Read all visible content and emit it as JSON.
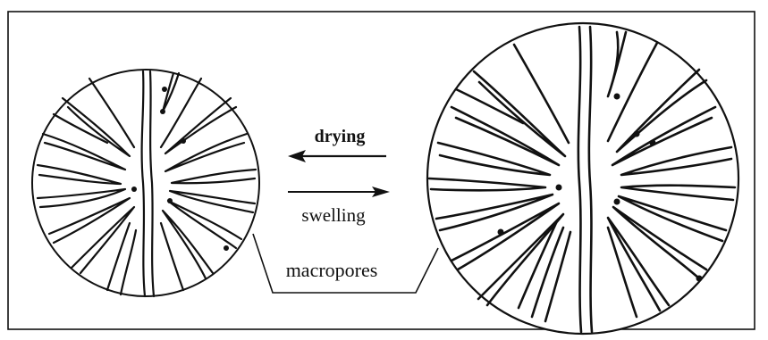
{
  "labels": {
    "drying": "drying",
    "swelling": "swelling",
    "macropores": "macropores"
  },
  "colors": {
    "ink": "#111111",
    "background": "#ffffff"
  }
}
